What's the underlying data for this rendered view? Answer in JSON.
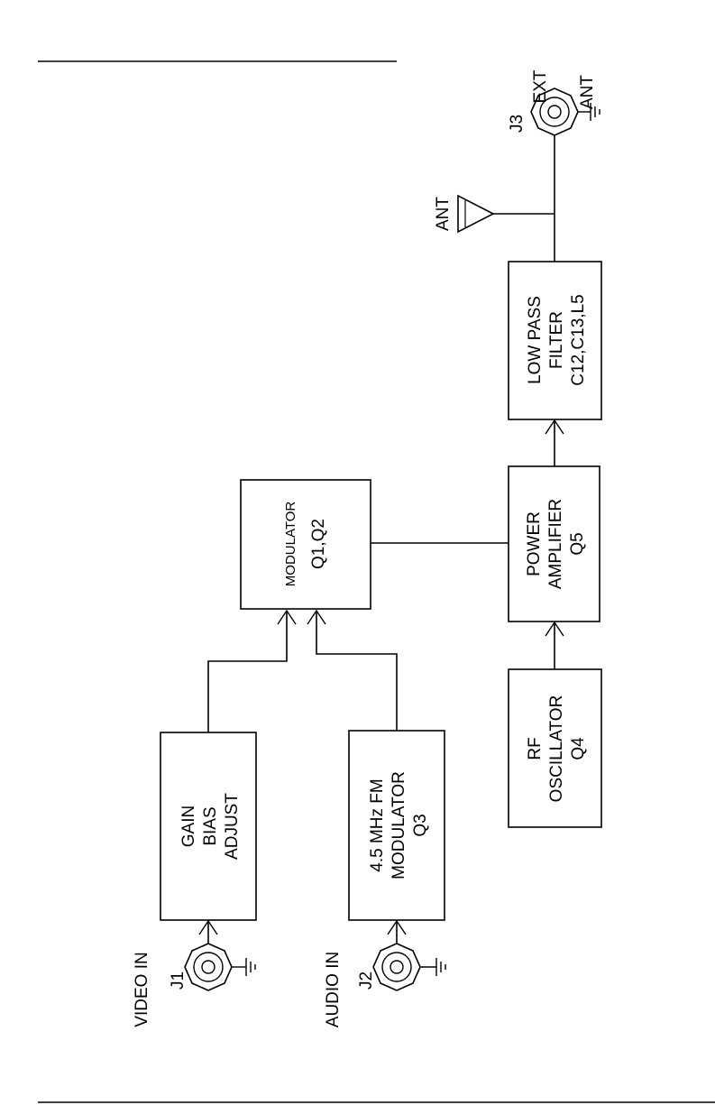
{
  "blocks": {
    "gain_bias": {
      "lines": [
        "GAIN",
        "BIAS",
        "ADJUST"
      ]
    },
    "fm_modulator": {
      "lines": [
        "4.5 MHz  FM",
        "MODULATOR",
        "Q3"
      ]
    },
    "modulator": {
      "lines": [
        "MODULATOR",
        "Q1,Q2"
      ]
    },
    "power_amplifier": {
      "lines": [
        "POWER",
        "AMPLIFIER",
        "Q5"
      ]
    },
    "rf_oscillator": {
      "lines": [
        "RF",
        "OSCILLATOR",
        "Q4"
      ]
    },
    "low_pass_filter": {
      "lines": [
        "LOW PASS",
        "FILTER",
        "C12,C13,L5"
      ]
    }
  },
  "connectors": {
    "j1": {
      "name": "VIDEO IN",
      "ref": "J1"
    },
    "j2": {
      "name": "AUDIO IN",
      "ref": "J2"
    },
    "j3": {
      "ref": "J3",
      "name": "EXT",
      "ant": "ANT"
    }
  },
  "antenna": {
    "label": "ANT"
  }
}
